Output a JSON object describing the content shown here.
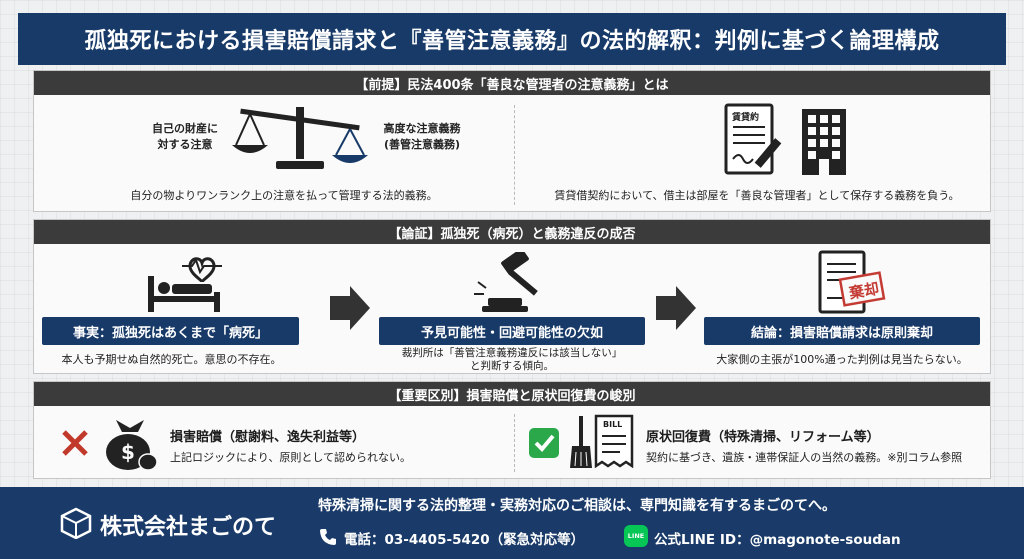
{
  "title": "孤独死における損害賠償請求と『善管注意義務』の法的解釈：判例に基づく論理構成",
  "section1": {
    "heading": "【前提】民法400条「善良な管理者の注意義務」とは",
    "left_label_left": "自己の財産に\n対する注意",
    "left_label_right": "高度な注意義務\n(善管注意義務)",
    "left_caption": "自分の物よりワンランク上の注意を払って管理する法的義務。",
    "doc_label": "賃貸約",
    "right_caption": "賃貸借契約において、借主は部屋を「善良な管理者」として保存する義務を負う。"
  },
  "section2": {
    "heading": "【論証】孤独死（病死）と義務違反の成否",
    "step1_label": "事実：孤独死はあくまで「病死」",
    "step1_caption": "本人も予期せぬ自然的死亡。意思の不存在。",
    "step2_label": "予見可能性・回避可能性の欠如",
    "step2_caption": "裁判所は「善管注意義務違反には該当しない」\nと判断する傾向。",
    "step3_label": "結論：損害賠償請求は原則棄却",
    "step3_caption": "大家側の主張が100%通った判例は見当たらない。",
    "stamp_text": "棄却"
  },
  "section3": {
    "heading": "【重要区別】損害賠償と原状回復費の峻別",
    "left_title": "損害賠償（慰謝料、逸失利益等）",
    "left_caption": "上記ロジックにより、原則として認められない。",
    "bill_label": "BILL",
    "right_title": "原状回復費（特殊清掃、リフォーム等）",
    "right_caption": "契約に基づき、遺族・連帯保証人の当然の義務。※別コラム参照"
  },
  "footer": {
    "company": "株式会社まごのて",
    "message": "特殊清掃に関する法的整理・実務対応のご相談は、専門知識を有するまごのてへ。",
    "phone": "電話：03-4405-5420（緊急対応等）",
    "line": "公式LINE ID：@magonote-soudan",
    "line_badge": "LINE"
  },
  "colors": {
    "navy": "#183a68",
    "dark": "#3b3b3b",
    "red_cross": "#c0392b",
    "green_check": "#2aa84a",
    "stamp_red": "#c43b34",
    "line_green": "#06c755"
  }
}
